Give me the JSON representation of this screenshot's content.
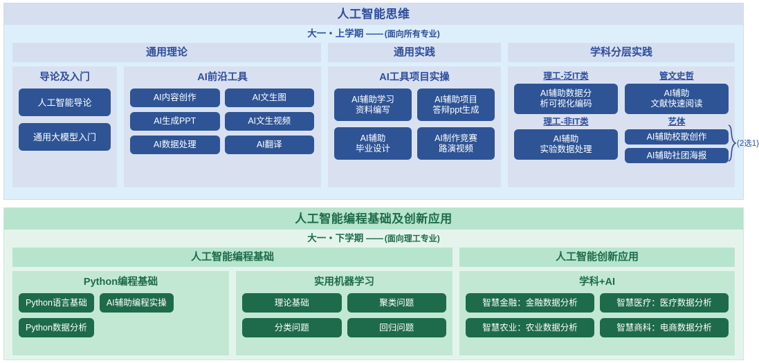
{
  "sections": [
    {
      "id": "ai-thinking",
      "title": "人工智能思维",
      "term": "大一・上学期",
      "dash": "——",
      "scope": "(面向所有专业)",
      "accent": "#2d4d9c",
      "chip_color": "#2e5496",
      "header_bg": "#d6dff0",
      "body_bg": "#ddeffb",
      "columns": [
        {
          "head": "通用理论",
          "groups": [
            {
              "title": "导论及入门",
              "chips": [
                "人工智能导论",
                "通用大模型入门"
              ]
            },
            {
              "title": "AI前沿工具",
              "chips": [
                "AI内容创作",
                "AI文生图",
                "AI生成PPT",
                "AI文生视频",
                "AI数据处理",
                "AI翻译"
              ]
            }
          ]
        },
        {
          "head": "通用实践",
          "groups": [
            {
              "title": "AI工具项目实操",
              "chips": [
                "AI辅助学习\n资料编写",
                "AI辅助项目\n答辩ppt生成",
                "AI辅助\n毕业设计",
                "AI制作竞赛\n路演视频"
              ]
            }
          ]
        },
        {
          "head": "学科分层实践",
          "groups": [
            {
              "title": "",
              "cells": [
                {
                  "label": "理工-泛IT类",
                  "chips": [
                    "AI辅助数据分\n析可视化编码"
                  ]
                },
                {
                  "label": "管文史哲",
                  "chips": [
                    "AI辅助\n文献快速阅读"
                  ]
                },
                {
                  "label": "理工-非IT类",
                  "chips": [
                    "AI辅助\n实验数据处理"
                  ]
                },
                {
                  "label": "艺体",
                  "chips": [
                    "AI辅助校歌创作",
                    "AI辅助社团海报"
                  ],
                  "brace": "(2选1)"
                }
              ]
            }
          ]
        }
      ]
    },
    {
      "id": "ai-programming",
      "title": "人工智能编程基础及创新应用",
      "term": "大一・下学期",
      "dash": "——",
      "scope": "(面向理工专业)",
      "accent": "#1d6b4a",
      "chip_color": "#1d6b4a",
      "header_bg": "#b7e4cd",
      "body_bg": "#e4f4ec",
      "columns": [
        {
          "head": "人工智能编程基础",
          "groups": [
            {
              "title": "Python编程基础",
              "chips": [
                "Python语言基础",
                "AI辅助编程实操",
                "Python数据分析"
              ]
            },
            {
              "title": "实用机器学习",
              "chips": [
                "理论基础",
                "聚类问题",
                "分类问题",
                "回归问题"
              ]
            }
          ]
        },
        {
          "head": "人工智能创新应用",
          "groups": [
            {
              "title": "学科+AI",
              "chips": [
                "智慧金融：金融数据分析",
                "智慧医疗：医疗数据分析",
                "智慧农业：农业数据分析",
                "智慧商科：电商数据分析"
              ]
            }
          ]
        }
      ]
    }
  ]
}
